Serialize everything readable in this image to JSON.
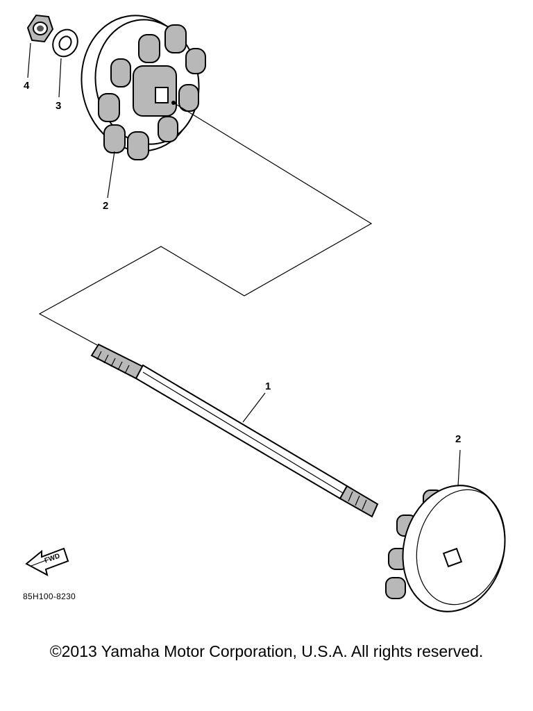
{
  "callouts": {
    "nut": "4",
    "washer": "3",
    "upper_coupling": "2",
    "shaft": "1",
    "lower_coupling": "2"
  },
  "fwd_label": "FWD",
  "diagram_code": "85H100-8230",
  "copyright": "©2013 Yamaha Motor Corporation, U.S.A. All rights reserved."
}
